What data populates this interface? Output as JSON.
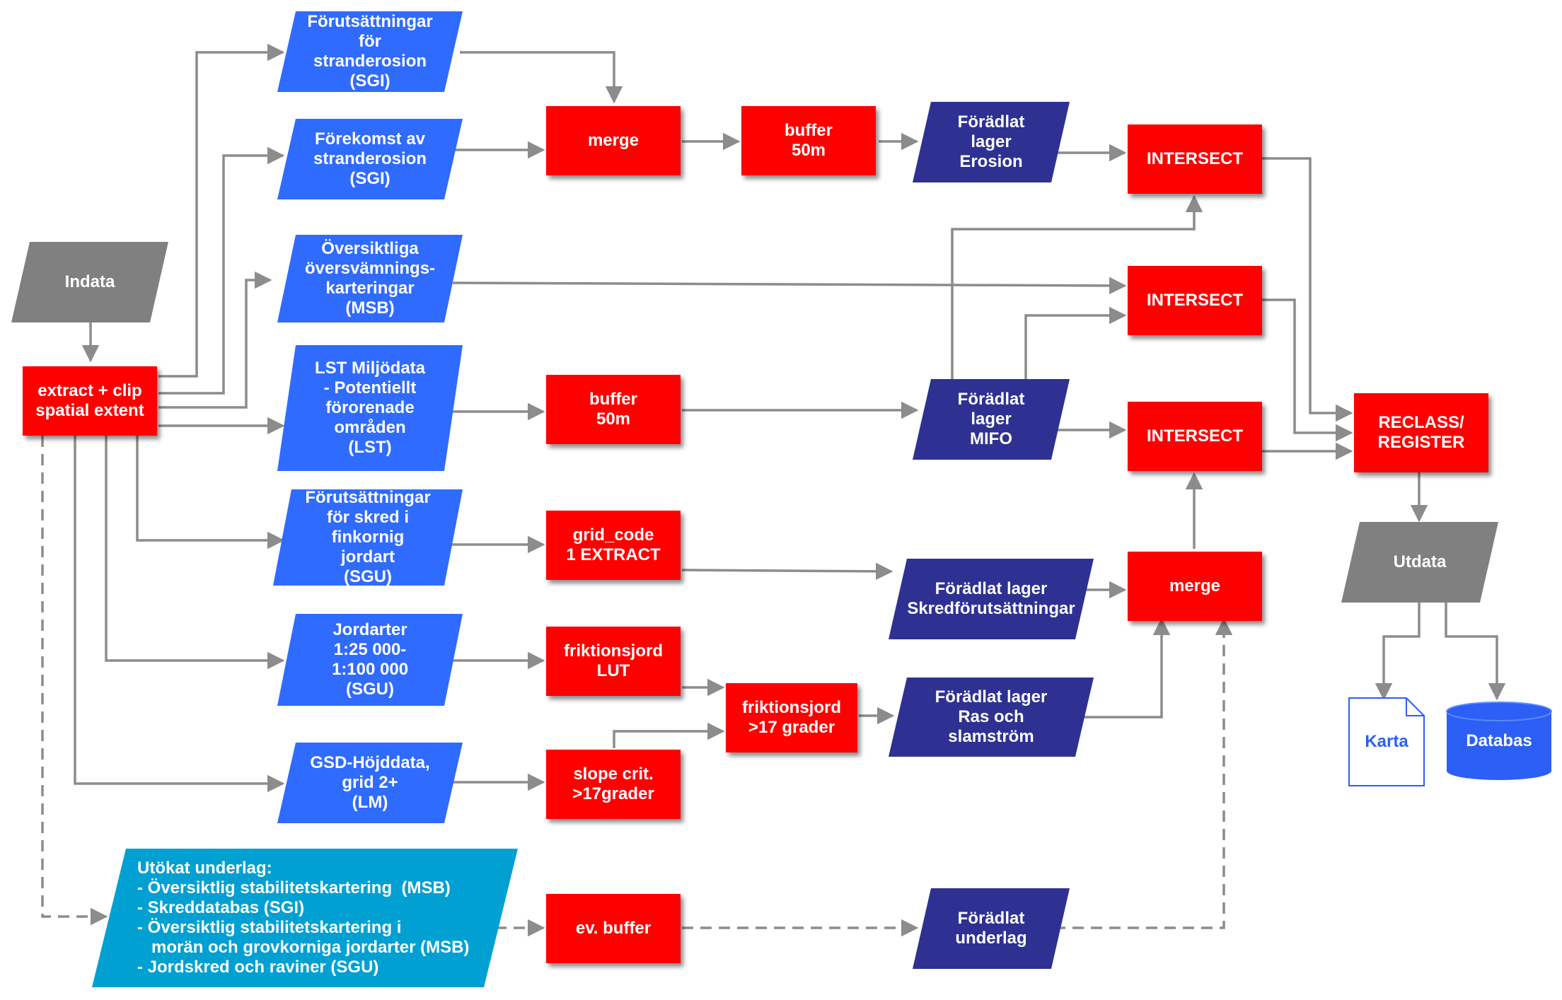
{
  "colors": {
    "input_blue": "#2f6bff",
    "intermediate_navy": "#2e3192",
    "process_red": "#ff0000",
    "io_gray": "#808080",
    "extended_cyan": "#00a0d2",
    "arrow_gray": "#8c8c8c",
    "db_blue": "#2b5ff5"
  },
  "nodes": {
    "indata": "Indata",
    "extract_clip": "extract + clip\nspatial extent",
    "forutsattningar_strand": "Förutsättningar\nför stranderosion\n(SGI)",
    "forekomst_strand": "Förekomst av\nstranderosion\n(SGI)",
    "oversvamning": "Översiktliga\növersvämnings-\nkarteringar\n(MSB)",
    "lst": "LST Miljödata\n- Potentiellt\nförorenade\nområden\n(LST)",
    "skred_forutsattningar": "Förutsättningar\nför skred i\nfinkornig jordart\n(SGU)",
    "jordarter": "Jordarter\n1:25 000-\n1:100 000\n(SGU)",
    "gsd": "GSD-Höjddata,\ngrid 2+\n(LM)",
    "utokat": "Utökat underlag:\n- Översiktlig stabilitetskartering  (MSB)\n- Skreddatabas (SGI)\n- Översiktlig stabilitetskartering i\n   morän och grovkorniga jordarter (MSB)\n- Jordskred och raviner (SGU)",
    "merge_top": "merge",
    "buffer_top": "buffer\n50m",
    "buffer_lst": "buffer\n50m",
    "grid_code": "grid_code\n1 EXTRACT",
    "friktionsjord_lut": "friktionsjord\nLUT",
    "friktionsjord_17": "friktionsjord\n>17 grader",
    "slope_crit": "slope crit.\n>17grader",
    "ev_buffer": "ev. buffer",
    "foradlat_erosion": "Förädlat lager\nErosion",
    "foradlat_mifo": "Förädlat lager\nMIFO",
    "foradlat_skred": "Förädlat lager\nSkredförutsättningar",
    "foradlat_ras": "Förädlat lager\nRas och slamström",
    "foradlat_underlag": "Förädlat\nunderlag",
    "intersect_1": "INTERSECT",
    "intersect_2": "INTERSECT",
    "intersect_3": "INTERSECT",
    "merge_bottom": "merge",
    "reclass": "RECLASS/\nREGISTER",
    "utdata": "Utdata",
    "karta": "Karta",
    "databas": "Databas"
  }
}
